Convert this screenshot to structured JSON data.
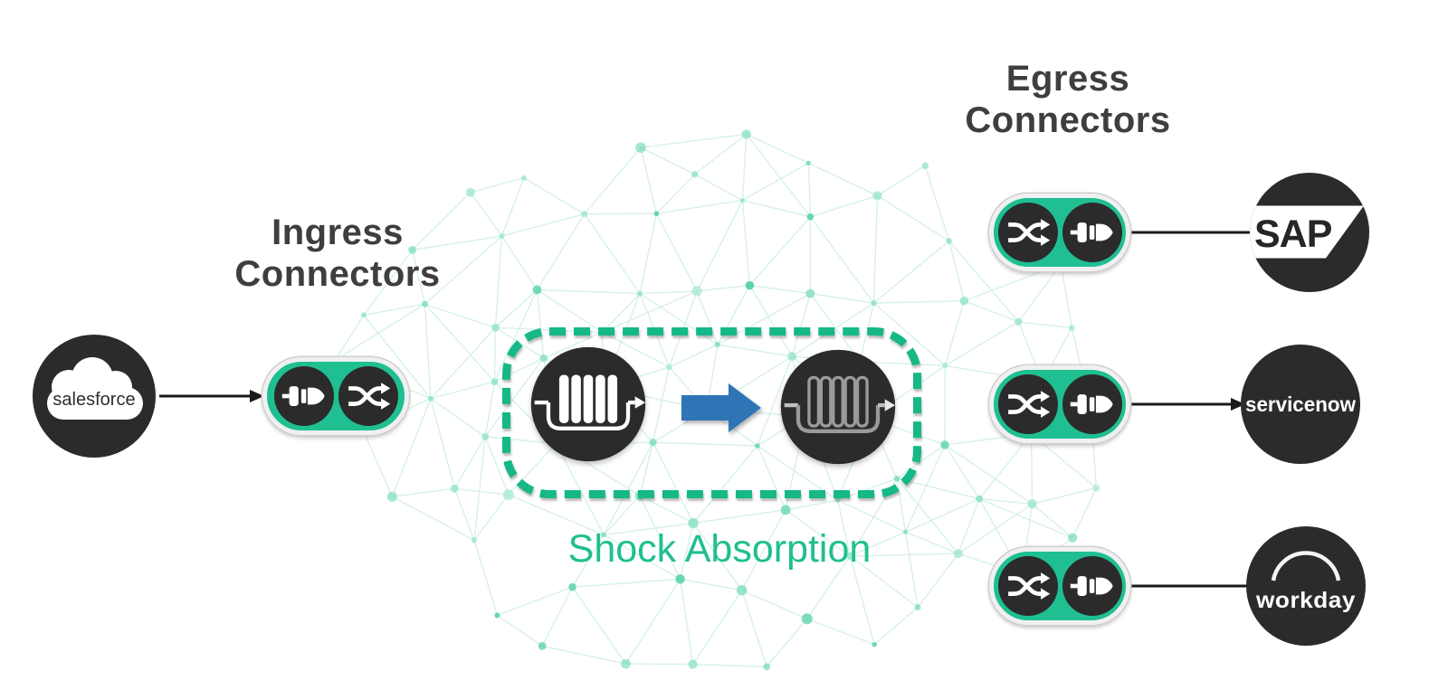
{
  "labels": {
    "ingress_line1": "Ingress",
    "ingress_line2": "Connectors",
    "egress_line1": "Egress",
    "egress_line2": "Connectors",
    "shock": "Shock Absorption"
  },
  "nodes": {
    "source": {
      "name": "salesforce"
    },
    "targets": [
      {
        "name": "SAP"
      },
      {
        "name": "servicenow"
      },
      {
        "name": "workday"
      }
    ]
  },
  "icons": {
    "plug": "plug-icon",
    "shuffle": "shuffle-icon",
    "queue_full": "queue-full-icon",
    "queue_empty": "queue-empty-icon",
    "flow_arrow": "right-arrow-icon",
    "cloud": "cloud-icon",
    "arc": "arc-icon"
  },
  "colors": {
    "pill_green": "#1fbf92",
    "dash_green": "#15b886",
    "shock_text_green": "#1fbf8f",
    "node_dark": "#2b2b2b",
    "heading_text": "#3e3e3e",
    "flow_arrow_blue": "#2e75b6",
    "connector_arrow_black": "#1a1a1a",
    "mesh_line": "#cdeee2",
    "mesh_dot": "#8fe3c6",
    "mesh_dot_strong": "#55d1a6"
  }
}
